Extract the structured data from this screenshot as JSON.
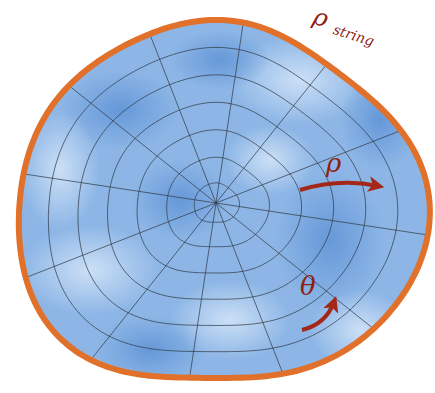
{
  "diagram": {
    "labels": [
      "ρ",
      "string",
      "ρ",
      "θ"
    ]
  }
}
